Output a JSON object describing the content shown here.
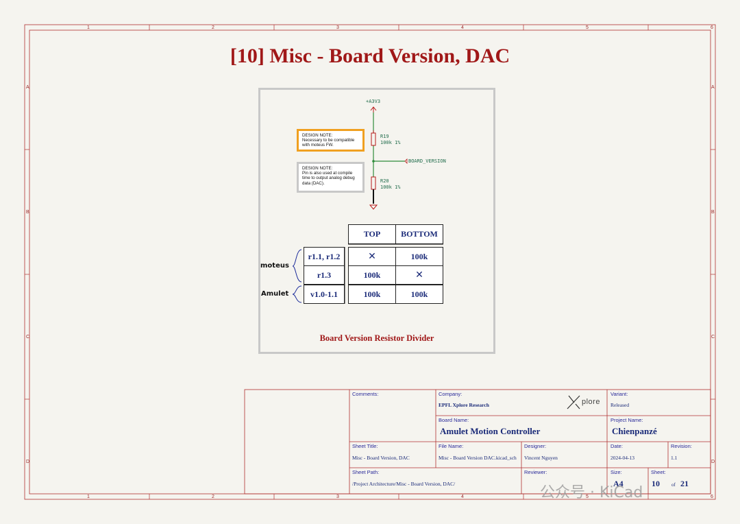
{
  "frame": {
    "columns": [
      "1",
      "2",
      "3",
      "4",
      "5",
      "6"
    ],
    "rows": [
      "A",
      "B",
      "C",
      "D"
    ]
  },
  "sheet_title": "[10] Misc - Board Version, DAC",
  "schematic": {
    "power_net": "+A3V3",
    "r19": {
      "ref": "R19",
      "value": "100k 1%"
    },
    "r20": {
      "ref": "R20",
      "value": "100k 1%"
    },
    "net_label": "BOARD_VERSION",
    "note1": {
      "title": "DESIGN NOTE:",
      "lines": [
        "Necessary to be compatible",
        "with moteus FW."
      ]
    },
    "note2": {
      "title": "DESIGN NOTE:",
      "lines": [
        "Pin is also used at compile",
        "time to output analog debug",
        "data (DAC)."
      ]
    }
  },
  "version_table": {
    "headers": [
      "TOP",
      "BOTTOM"
    ],
    "groups": [
      "moteus",
      "Amulet"
    ],
    "rows": [
      {
        "version": "r1.1, r1.2",
        "top": "✕",
        "bottom": "100k"
      },
      {
        "version": "r1.3",
        "top": "100k",
        "bottom": "✕"
      },
      {
        "version": "v1.0-1.1",
        "top": "100k",
        "bottom": "100k"
      }
    ],
    "caption": "Board Version Resistor Divider"
  },
  "title_block": {
    "comments_label": "Comments:",
    "company_label": "Company:",
    "company": "EPFL Xplore Research",
    "logo_text": "plore",
    "variant_label": "Variant:",
    "variant": "Released",
    "board_name_label": "Board Name:",
    "board_name": "Amulet Motion Controller",
    "project_name_label": "Project Name:",
    "project_name": "Chienpanzé",
    "sheet_title_label": "Sheet Title:",
    "sheet_title": "Misc - Board Version, DAC",
    "file_name_label": "File Name:",
    "file_name": "Misc - Board Version DAC.kicad_sch",
    "designer_label": "Designer:",
    "designer": "Vincent Nguyen",
    "date_label": "Date:",
    "date": "2024-04-13",
    "revision_label": "Revision:",
    "revision": "1.1",
    "sheet_path_label": "Sheet Path:",
    "sheet_path": "/Project Architecture/Misc - Board Version, DAC/",
    "reviewer_label": "Reviewer:",
    "size_label": "Size:",
    "size": "A4",
    "sheet_label": "Sheet:",
    "sheet_number": "10",
    "of_label": "of",
    "sheet_total": "21"
  },
  "watermark": "公众号 · KiCad",
  "colors": {
    "frame": "#b03030",
    "title": "#a01818",
    "wire": "#2e8b3a",
    "component": "#b81818",
    "text_blue": "#1a2a78",
    "net_text": "#1f6b4a",
    "note_orange": "#f0a020"
  }
}
